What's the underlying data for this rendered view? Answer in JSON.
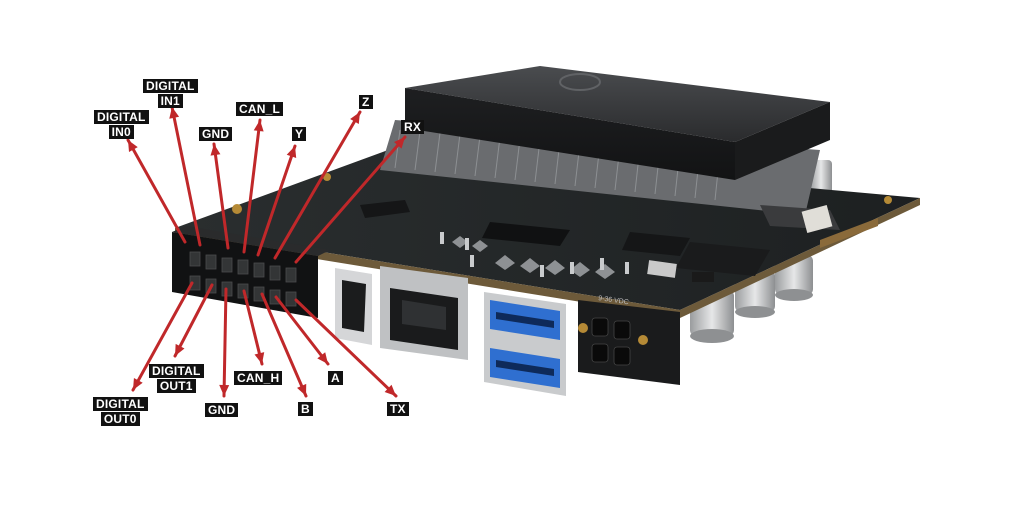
{
  "colors": {
    "arrow": "#c0282a",
    "label_bg": "#111111",
    "label_text": "#ffffff",
    "pcb": "#262a2b",
    "heatsink": "#2e2f31",
    "usb_blue": "#2f6fd0"
  },
  "labels": {
    "digital_in1": [
      "DIGITAL",
      "IN1"
    ],
    "digital_in0": [
      "DIGITAL",
      "IN0"
    ],
    "gnd_top": [
      "GND"
    ],
    "can_l": [
      "CAN_L"
    ],
    "y": [
      "Y"
    ],
    "z": [
      "Z"
    ],
    "rx": [
      "RX"
    ],
    "digital_out1": [
      "DIGITAL",
      "OUT1"
    ],
    "digital_out0": [
      "DIGITAL",
      "OUT0"
    ],
    "gnd_bottom": [
      "GND"
    ],
    "can_h": [
      "CAN_H"
    ],
    "a": [
      "A"
    ],
    "b": [
      "B"
    ],
    "tx": [
      "TX"
    ]
  },
  "board": {
    "module_icon": "logo-icon",
    "power_silkscreen": "9-36 VDC"
  }
}
